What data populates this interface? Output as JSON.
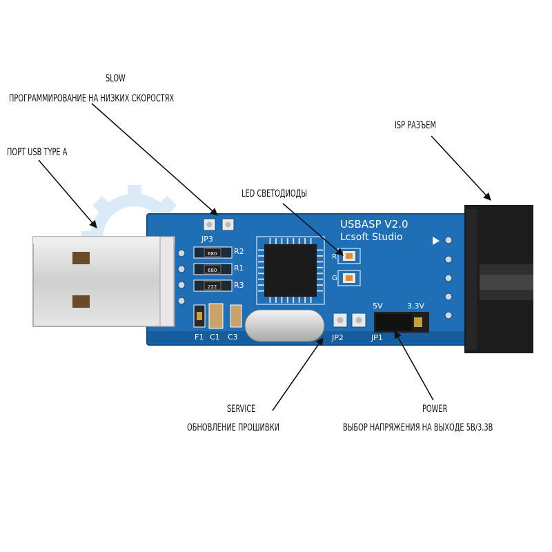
{
  "callouts": {
    "slow_title": "SLOW",
    "slow_desc": "ПРОГРАММИРОВАНИЕ НА НИЗКИХ СКОРОСТЯХ",
    "usb_port": "ПОРТ USB TYPE A",
    "led": "LED СВЕТОДИОДЫ",
    "isp": "ISP РАЗЪЕМ",
    "service_title": "SERVICE",
    "service_desc": "ОБНОВЛЕНИЕ ПРОШИВКИ",
    "power_title": "POWER",
    "power_desc": "ВЫБОР НАПРЯЖЕНИЯ НА ВЫХОДЕ 5В/3.3В"
  },
  "board": {
    "title": "USBASP V2.0",
    "subtitle": "Lcsoft Studio",
    "jp3": "JP3",
    "jp2": "JP2",
    "jp1": "JP1",
    "r1": "R1",
    "r2": "R2",
    "r3": "R3",
    "f1": "F1",
    "c1": "C1",
    "c3": "C3",
    "v5": "5V",
    "v33": "3.3V",
    "led_r": "R",
    "led_g": "G",
    "res1": "680",
    "res2": "680",
    "res3": "222"
  },
  "colors": {
    "pcb": "#1e6fb5",
    "pcb_dark": "#13508a",
    "connector": "#1c1c1c",
    "usb_metal": "#d9d9d9",
    "watermark": "#bcd9ef"
  }
}
